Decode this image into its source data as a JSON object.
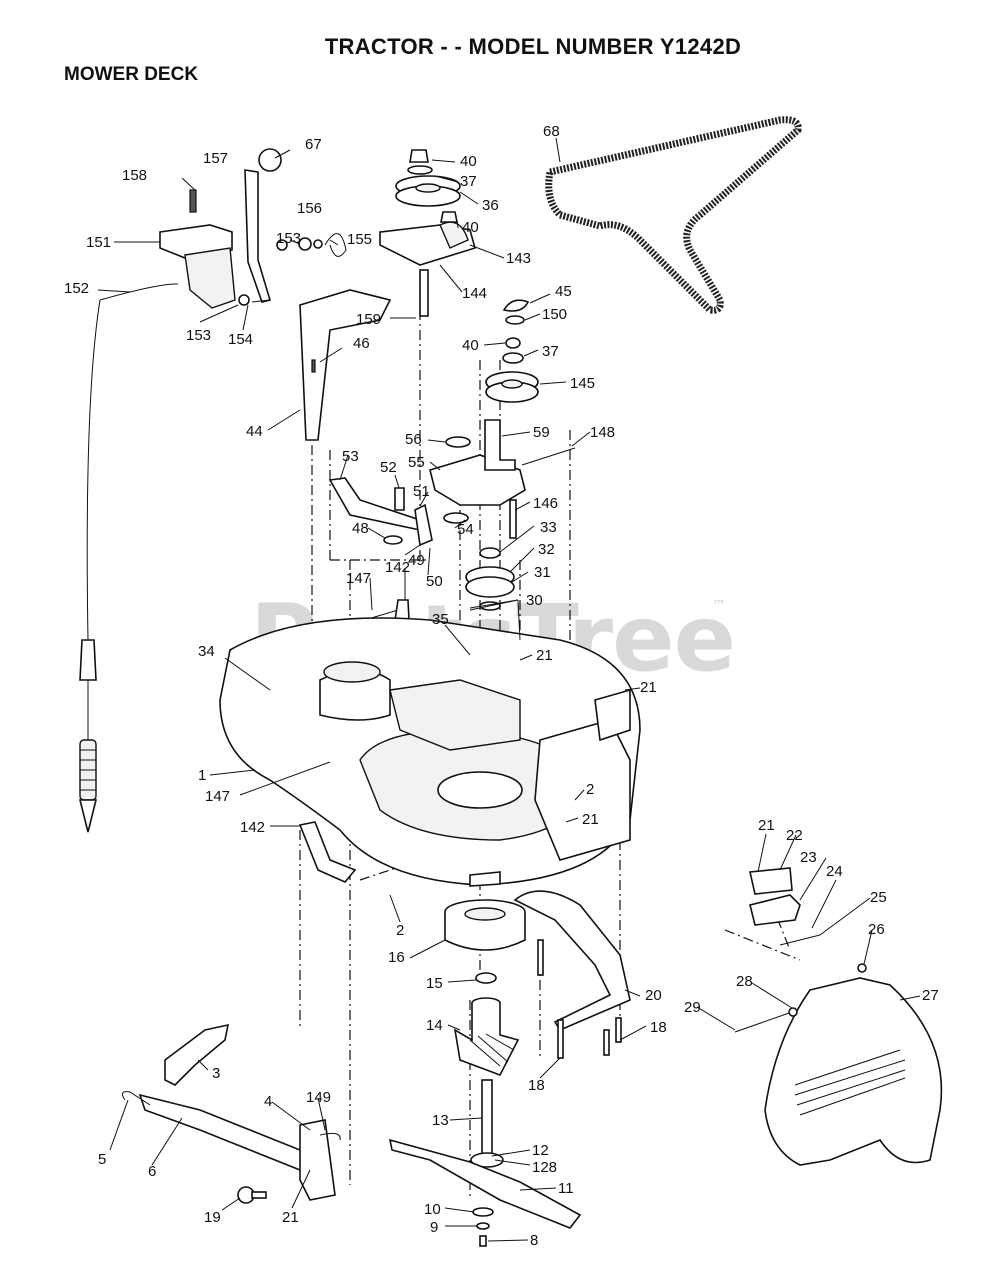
{
  "title": "TRACTOR - - MODEL NUMBER Y1242D",
  "section": "MOWER DECK",
  "watermark": "PartsTree",
  "watermark_mark": "™",
  "callouts": [
    "67",
    "157",
    "158",
    "156",
    "153",
    "155",
    "151",
    "152",
    "153",
    "154",
    "40",
    "37",
    "36",
    "40",
    "143",
    "144",
    "159",
    "45",
    "150",
    "40",
    "37",
    "145",
    "68",
    "46",
    "44",
    "56",
    "59",
    "148",
    "55",
    "53",
    "52",
    "51",
    "146",
    "48",
    "54",
    "33",
    "49",
    "50",
    "32",
    "31",
    "30",
    "147",
    "142",
    "35",
    "21",
    "34",
    "21",
    "1",
    "2",
    "147",
    "21",
    "142",
    "2",
    "16",
    "15",
    "20",
    "14",
    "18",
    "18",
    "21",
    "22",
    "23",
    "24",
    "25",
    "26",
    "27",
    "28",
    "29",
    "3",
    "4",
    "149",
    "5",
    "6",
    "19",
    "21",
    "13",
    "12",
    "128",
    "11",
    "10",
    "9",
    "8"
  ]
}
